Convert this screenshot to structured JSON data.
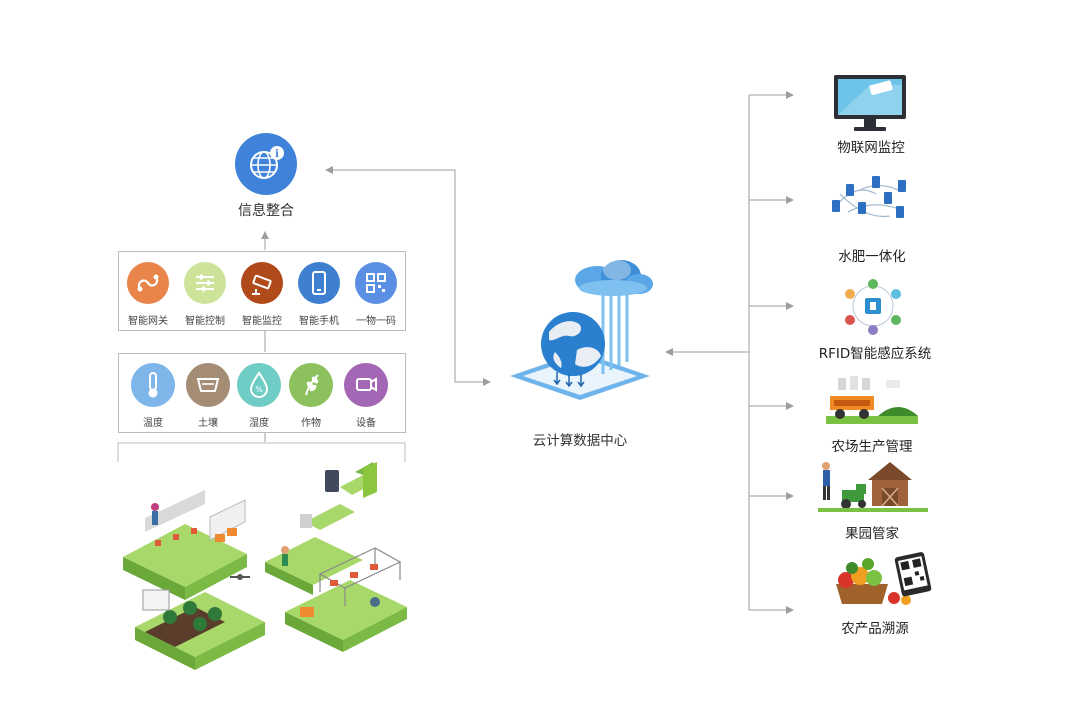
{
  "info_integration": {
    "label": "信息整合",
    "icon": "globe-info-icon",
    "color": "#3e82d9"
  },
  "smart_row": {
    "items": [
      {
        "label": "智能网关",
        "icon": "gateway-icon",
        "color": "#e9844a"
      },
      {
        "label": "智能控制",
        "icon": "sliders-icon",
        "color": "#cde39a"
      },
      {
        "label": "智能监控",
        "icon": "camera-icon",
        "color": "#b04a1a"
      },
      {
        "label": "智能手机",
        "icon": "phone-icon",
        "color": "#3e7fd0"
      },
      {
        "label": "一物一码",
        "icon": "qr-code-icon",
        "color": "#5a8fe3"
      }
    ]
  },
  "sensor_row": {
    "items": [
      {
        "label": "温度",
        "icon": "thermometer-icon",
        "color": "#7fb6ea"
      },
      {
        "label": "土壤",
        "icon": "soil-icon",
        "color": "#a58c74"
      },
      {
        "label": "湿度",
        "icon": "humidity-icon",
        "color": "#6fcdc6"
      },
      {
        "label": "作物",
        "icon": "crop-icon",
        "color": "#8cc15e"
      },
      {
        "label": "设备",
        "icon": "device-icon",
        "color": "#a367b5"
      }
    ]
  },
  "cloud_center": {
    "label": "云计算数据中心"
  },
  "right_items": [
    {
      "label": "物联网监控",
      "icon": "monitor-icon"
    },
    {
      "label": "水肥一体化",
      "icon": "network-icon"
    },
    {
      "label": "RFID智能感应系统",
      "icon": "rfid-icon"
    },
    {
      "label": "农场生产管理",
      "icon": "tractor-icon"
    },
    {
      "label": "果园管家",
      "icon": "barn-icon"
    },
    {
      "label": "农产品溯源",
      "icon": "produce-qr-icon"
    }
  ],
  "colors": {
    "connector": "#9e9e9e",
    "box_border": "#bdbdbd",
    "field_green": "#8cc63f"
  }
}
